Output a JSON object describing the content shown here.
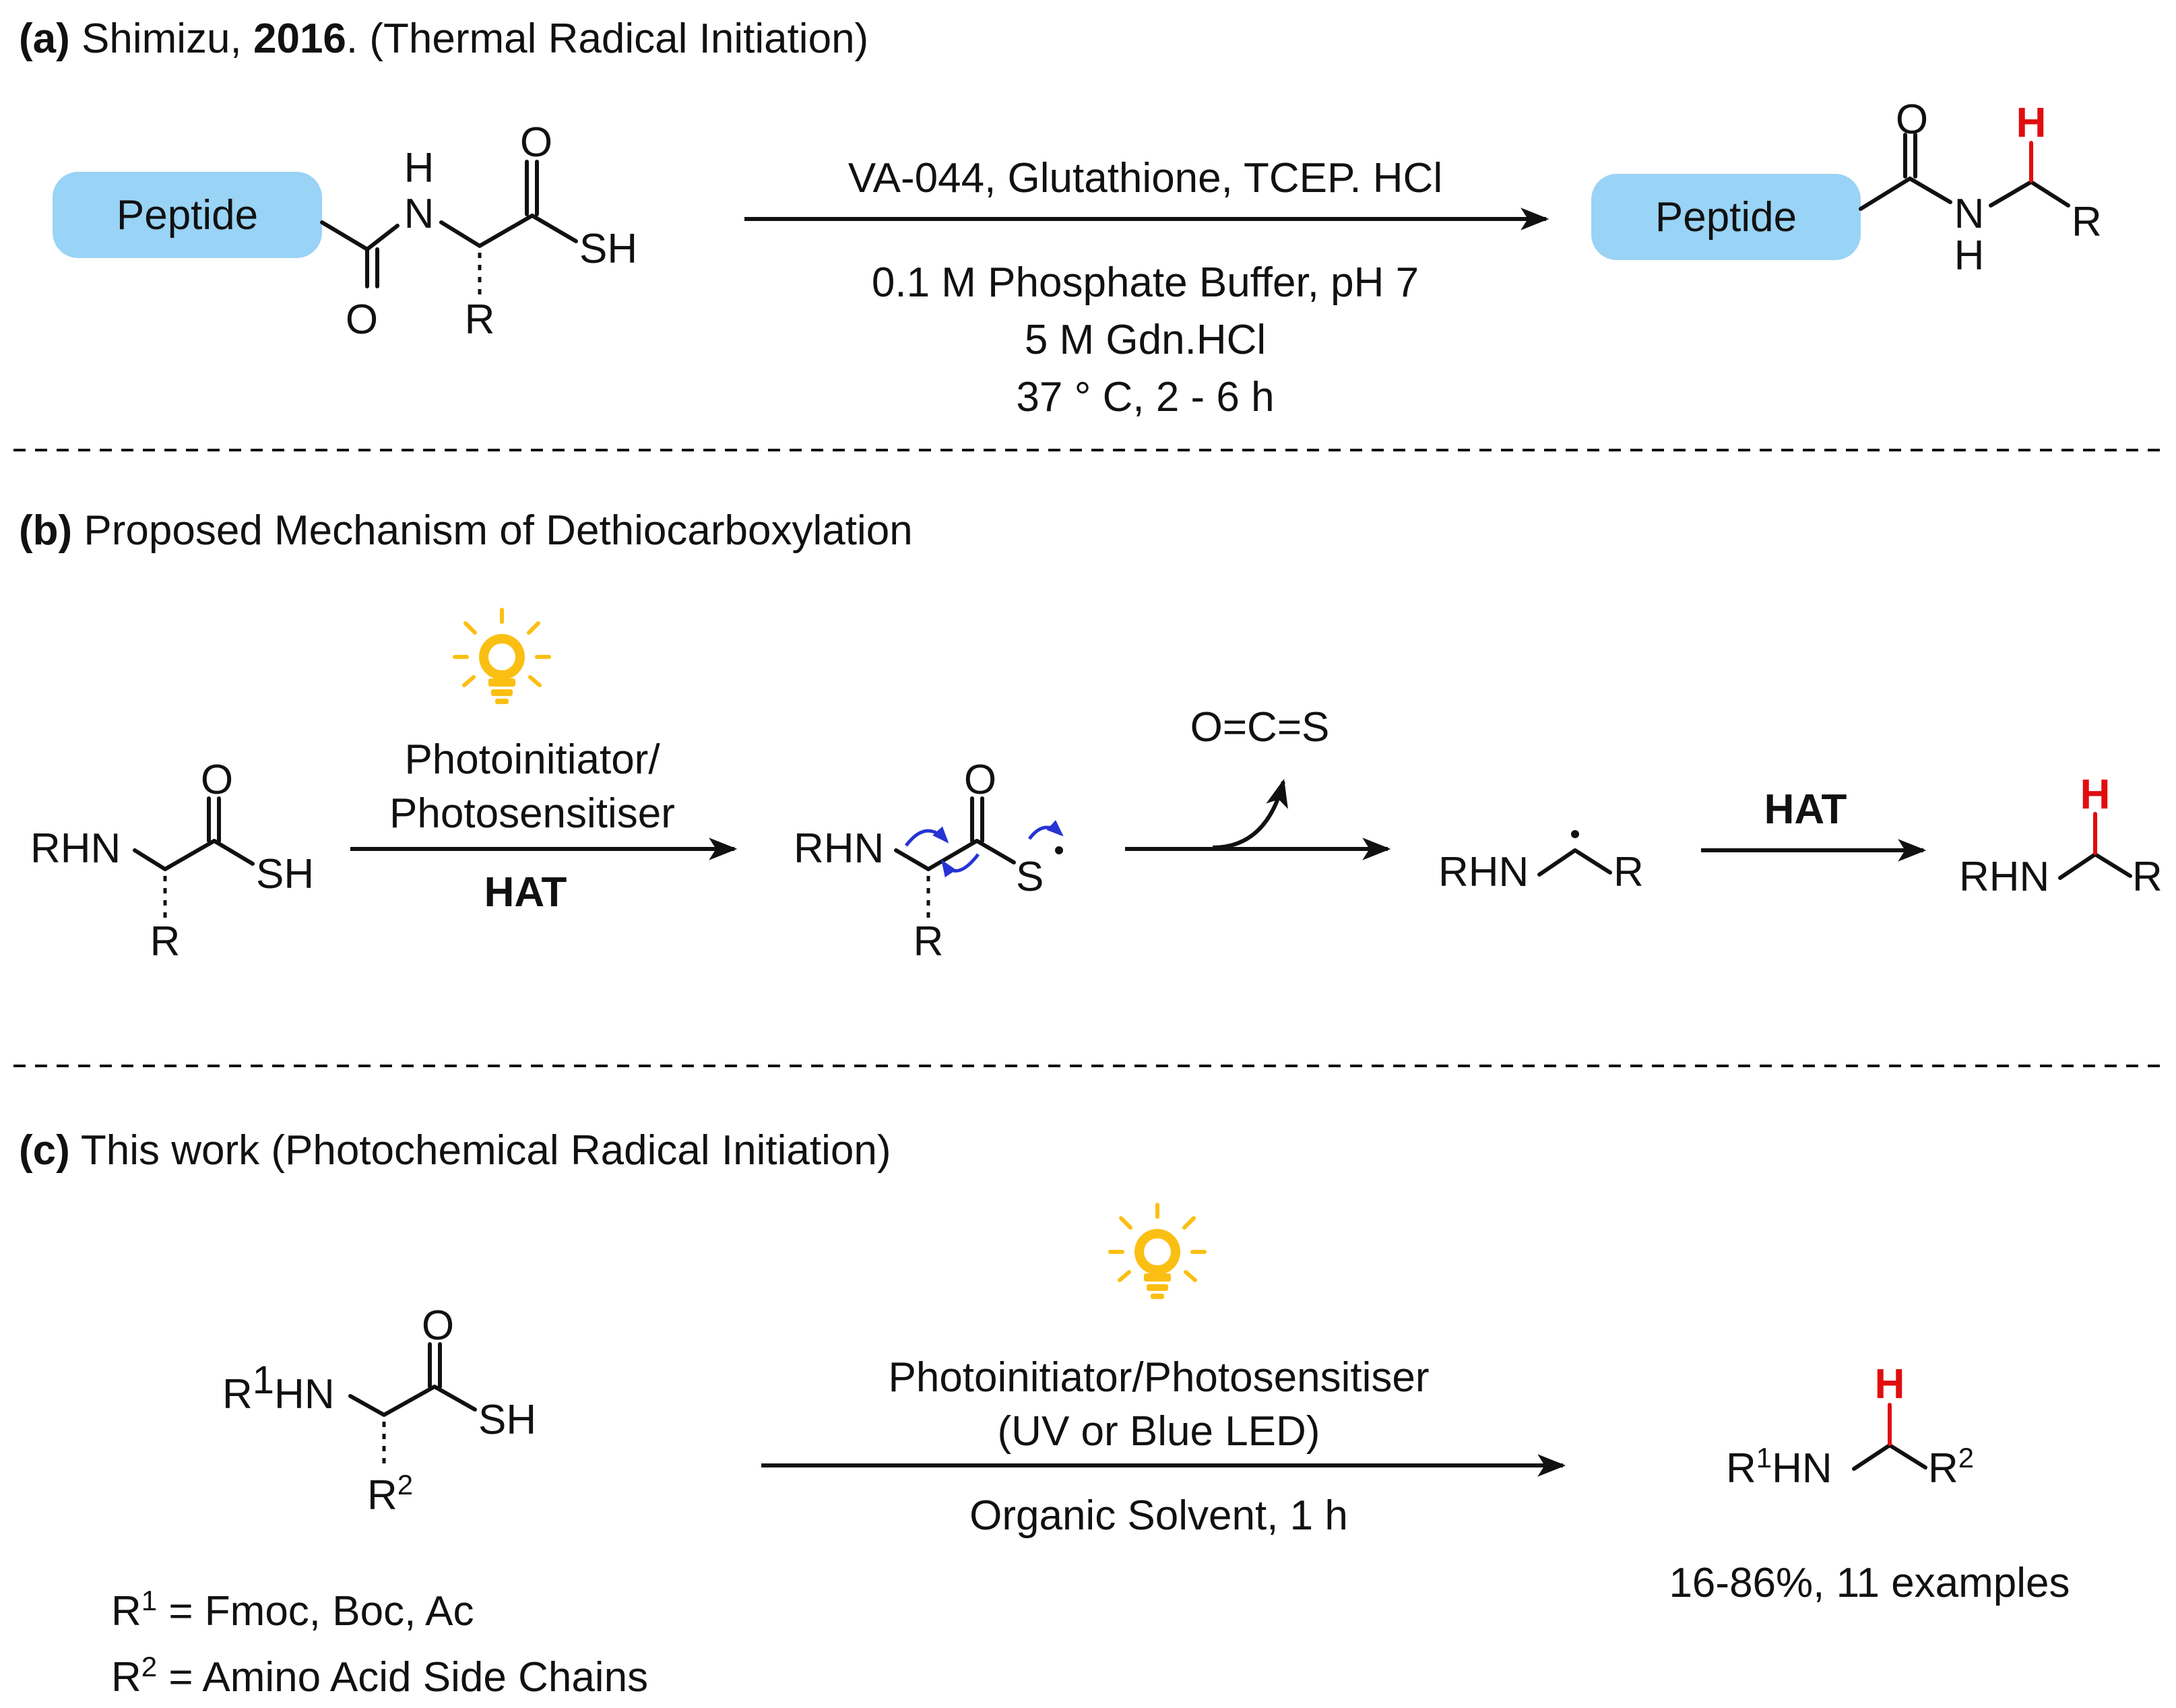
{
  "panel_a": {
    "label": "(a)",
    "author": " Shimizu, ",
    "year": "2016",
    "rest": ". (Thermal Radical Initiation)",
    "peptide_left": "Peptide",
    "peptide_right": "Peptide",
    "atom_H": "H",
    "atom_N": "N",
    "atom_O": "O",
    "atom_SH": "SH",
    "atom_R": "R",
    "product_H_red": "H",
    "reagents_top": "VA-044, Glutathione, TCEP. HCl",
    "cond_1": "0.1 M Phosphate Buffer, pH 7",
    "cond_2": "5 M Gdn.HCl",
    "cond_3": "37 ° C, 2 - 6 h"
  },
  "panel_b": {
    "label": "(b)",
    "title": " Proposed Mechanism of Dethiocarboxylation",
    "rhn": "RHN",
    "atom_O": "O",
    "atom_SH": "SH",
    "atom_S": "S",
    "atom_R": "R",
    "arrow1_top_1": "Photoinitiator/",
    "arrow1_top_2": "Photosensitiser",
    "arrow1_bottom": "HAT",
    "byproduct": "O=C=S",
    "arrow3_top": "HAT",
    "product_H_red": "H",
    "light_icon": "lightbulb-icon",
    "bulb_color": "#fbbf13",
    "curly_color": "#2733d4"
  },
  "panel_c": {
    "label": "(c)",
    "title": " This work (Photochemical Radical Initiation)",
    "r1hn": "HN",
    "r1_letter": "R",
    "sup1": "1",
    "sup2": "2",
    "atom_O": "O",
    "atom_SH": "SH",
    "r2_letter": "R",
    "arrow_top_1": "Photoinitiator/Photosensitiser",
    "arrow_top_2": "(UV or Blue LED)",
    "arrow_bottom": "Organic Solvent, 1 h",
    "product_H_red": "H",
    "yield": "16-86%, 11 examples",
    "def_r1": " = Fmoc, Boc, Ac",
    "def_r2": " = Amino Acid Side Chains",
    "light_icon": "lightbulb-icon"
  },
  "colors": {
    "peptide_pill": "#99d3f5",
    "highlight_red": "#e10d0d"
  }
}
